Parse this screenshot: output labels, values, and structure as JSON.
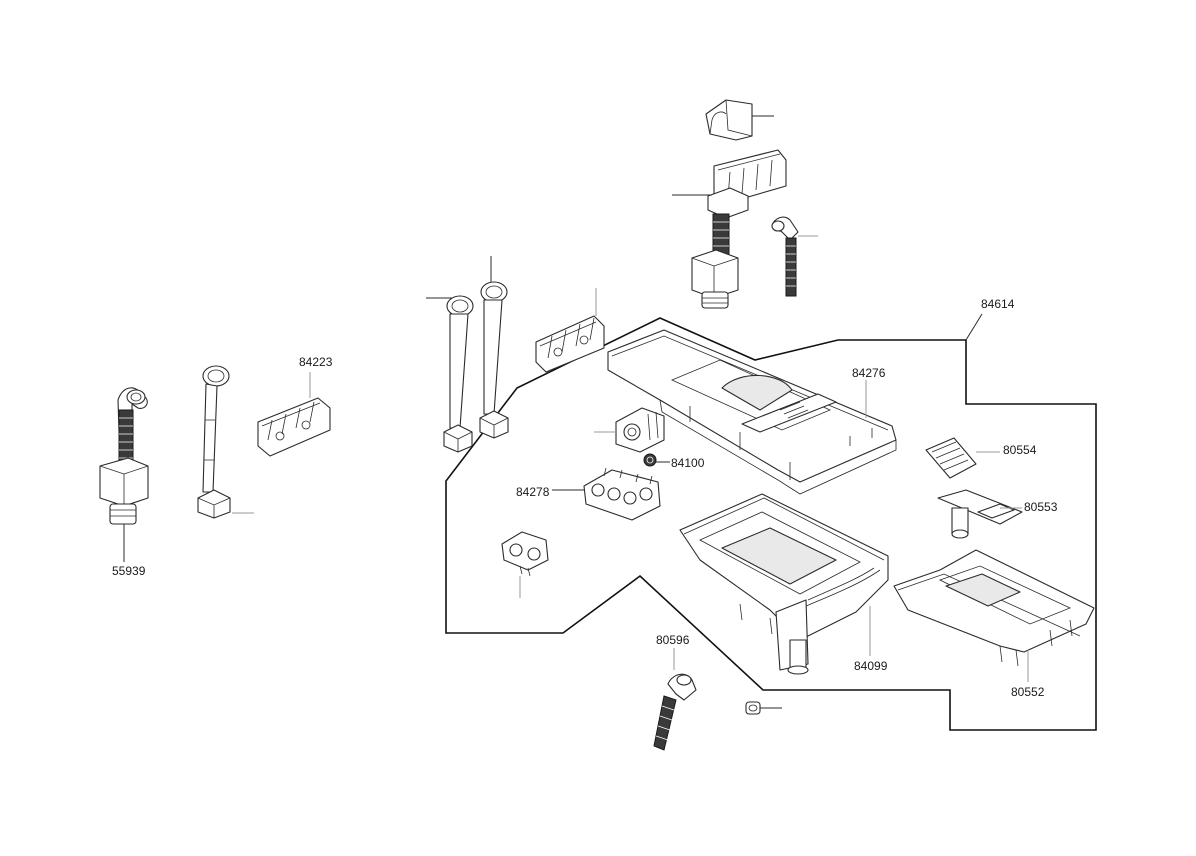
{
  "diagram": {
    "background": "#ffffff",
    "line_color": "#2b2b2b",
    "callouts": {
      "p84614": "84614",
      "p84223": "84223",
      "p84276": "84276",
      "p84100": "84100",
      "p84278": "84278",
      "p80554": "80554",
      "p80553": "80553",
      "p55939": "55939",
      "p84099": "84099",
      "p80552": "80552",
      "p80596": "80596"
    }
  }
}
